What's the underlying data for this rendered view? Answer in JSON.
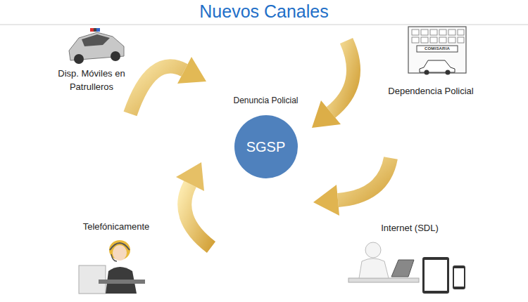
{
  "diagram": {
    "title": "Nuevos Canales",
    "nodes": [
      {
        "text": [
          "Denuncia Policial",
          "SGSP"
        ]
      }
    ],
    "labels": [
      "Disp. Móviles en Patrulleros",
      "Dependencia Policial",
      "COMISARIA",
      "Telefónicamente",
      "Internet (SDL)"
    ]
  }
}
